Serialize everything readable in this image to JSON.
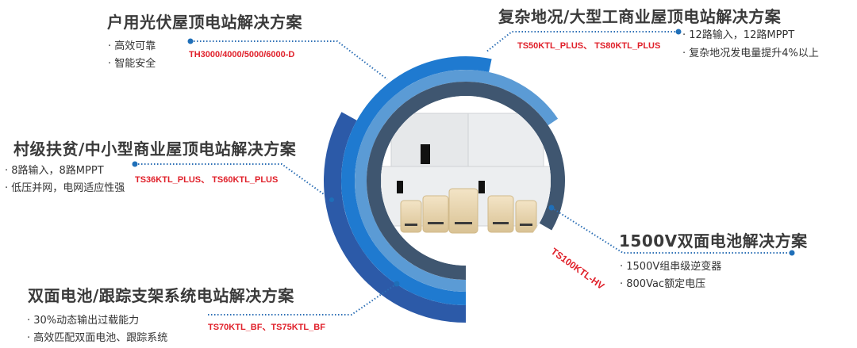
{
  "colors": {
    "ring_inner": "#3f5670",
    "ring_light": "#5b9bd5",
    "ring_bright": "#1f7ad0",
    "ring_outer": "#2c5aa8",
    "model_text": "#e0202a",
    "connector": "#2c6fb5"
  },
  "sections": [
    {
      "title": "户用光伏屋顶电站解决方案",
      "bullets": [
        "高效可靠",
        "智能安全"
      ],
      "models": "TH3000/4000/5000/6000-D"
    },
    {
      "title": "村级扶贫/中小型商业屋顶电站解决方案",
      "bullets": [
        "8路输入，8路MPPT",
        "低压并网，电网适应性强"
      ],
      "models": "TS36KTL_PLUS、 TS60KTL_PLUS"
    },
    {
      "title": "双面电池/跟踪支架系统电站解决方案",
      "bullets": [
        "30%动态输出过载能力",
        "高效匹配双面电池、跟踪系统"
      ],
      "models": "TS70KTL_BF、TS75KTL_BF"
    },
    {
      "title": "复杂地况/大型工商业屋顶电站解决方案",
      "bullets": [
        "12路输入，12路MPPT",
        "复杂地况发电量提升4%以上"
      ],
      "models": "TS50KTL_PLUS、 TS80KTL_PLUS"
    },
    {
      "title": "1500V双面电池解决方案",
      "bullets": [
        "1500V组串级逆变器",
        "800Vac额定电压"
      ],
      "models": "TS100KTL-HV"
    }
  ]
}
